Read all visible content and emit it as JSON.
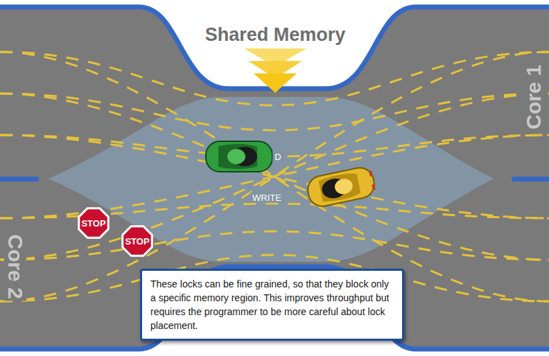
{
  "diagram": {
    "nodes": [
      {
        "text": [
          "STOP"
        ]
      },
      {
        "text": [
          "STOP"
        ]
      },
      {
        "text": [
          "These locks can be fine grained, so that they block only a specific memory region. This improves throughput but requires the programmer to be more careful about lock placement."
        ]
      }
    ],
    "labels": [
      "Shared Memory",
      "Core 1",
      "Core 2",
      "D",
      "WRITE"
    ]
  }
}
